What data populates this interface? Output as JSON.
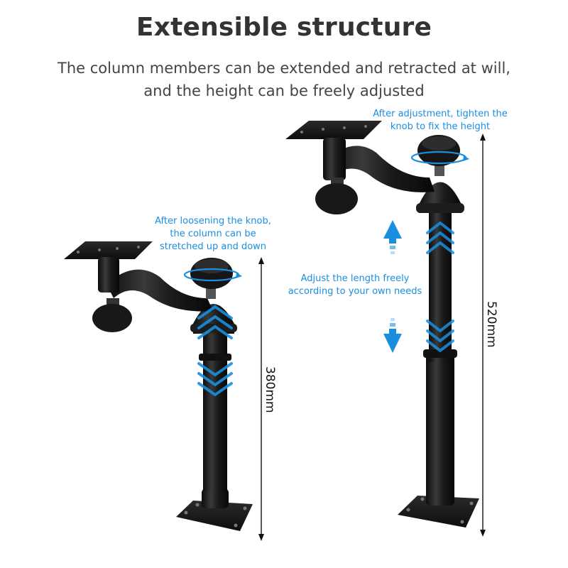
{
  "header": {
    "title": "Extensible structure",
    "subtitle_line1": "The column members can be extended and retracted at will,",
    "subtitle_line2": "and the height can be freely adjusted"
  },
  "notes": {
    "tighten_line1": "After adjustment, tighten the",
    "tighten_line2": "knob to fix the height",
    "loosen_line1": "After loosening the knob,",
    "loosen_line2": "the column can be",
    "loosen_line3": "stretched up and down",
    "adjust_line1": "Adjust the length freely",
    "adjust_line2": "according to your own needs"
  },
  "dimensions": {
    "short_height": "380mm",
    "tall_height": "520mm"
  },
  "colors": {
    "accent": "#1a8fe0",
    "product": "#161616",
    "title": "#333333"
  },
  "icons": {
    "up": "arrow-up-icon",
    "down": "arrow-down-icon",
    "chevrons": "chevron-icon"
  }
}
